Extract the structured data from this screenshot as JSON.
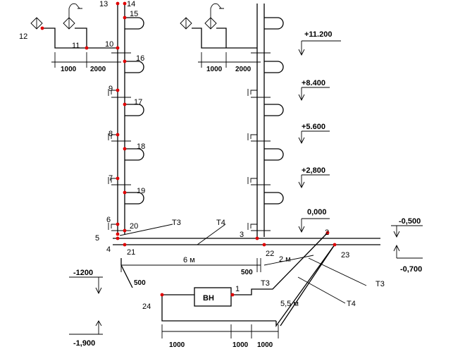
{
  "levels": [
    "+11.200",
    "+8.400",
    "+5.600",
    "+2,800",
    "0,000"
  ],
  "elevations": {
    "ground_top": "-0,500",
    "ground_bottom": "-0,700",
    "basement_a": "-1200",
    "basement_b": "-1,900"
  },
  "nodes": [
    "1",
    "2",
    "3",
    "4",
    "5",
    "6",
    "7",
    "8",
    "9",
    "10",
    "11",
    "12",
    "13",
    "14",
    "15",
    "16",
    "17",
    "18",
    "19",
    "20",
    "21",
    "22",
    "23",
    "24"
  ],
  "pipes": {
    "t3": "Т3",
    "t4": "Т4"
  },
  "dimensions": {
    "d1000a": "1000",
    "d2000a": "2000",
    "d1000b": "1000",
    "d2000b": "2000",
    "d6m": "6 м",
    "d500a": "500",
    "d500b": "500",
    "d2m": "2 м",
    "d55m": "5,5 м",
    "b1000a": "1000",
    "b1000b": "1000",
    "b1000c": "1000"
  },
  "equipment": {
    "heater": "ВН"
  }
}
